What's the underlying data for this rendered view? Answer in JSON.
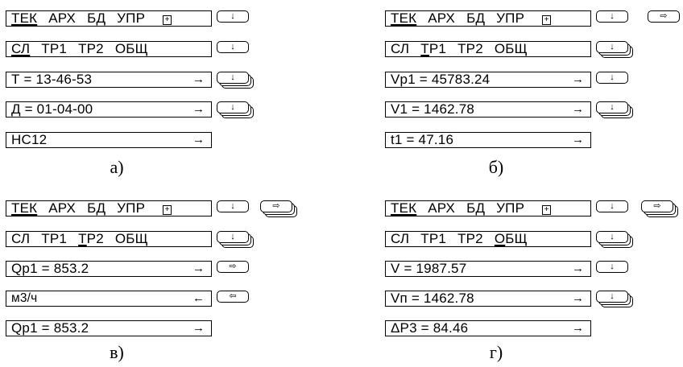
{
  "panels": {
    "a": {
      "caption": "а)",
      "menu": [
        "ТЕК",
        "АРХ",
        "БД",
        "УПР"
      ],
      "menu_ind": "+",
      "rows": [
        {
          "text": "СЛ ТР1 ТР2 ОБЩ",
          "key": "↓"
        },
        {
          "text": "Т = 13-46-53",
          "arrow": "→",
          "key": "↓"
        },
        {
          "text": "Д = 01-04-00",
          "arrow": "→",
          "key": "↓"
        },
        {
          "text": "НС12",
          "arrow": "→"
        }
      ],
      "menu_key": "↓"
    },
    "b": {
      "caption": "б)",
      "menu": [
        "ТЕК",
        "АРХ",
        "БД",
        "УПР"
      ],
      "menu_ind": "+",
      "menu_key": "↓",
      "menu_key2": "⇨",
      "rows": [
        {
          "text": "СЛ ТР1 ТР2 ОБЩ",
          "key": "↓"
        },
        {
          "text": "Vp1 = 45783.24",
          "arrow": "→",
          "key": "↓"
        },
        {
          "text": "V1 = 1462.78",
          "arrow": "→",
          "key": "↓"
        },
        {
          "text": "t1 = 47.16",
          "arrow": "→"
        }
      ]
    },
    "c": {
      "caption": "в)",
      "menu": [
        "ТЕК",
        "АРХ",
        "БД",
        "УПР"
      ],
      "menu_ind": "+",
      "menu_key": "↓",
      "menu_key2": "⇨",
      "rows": [
        {
          "text": "СЛ ТР1 ТР2 ОБЩ",
          "key": "↓"
        },
        {
          "text": "Qp1 = 853.2",
          "arrow": "→",
          "key": "⇨"
        },
        {
          "text": "м3/ч",
          "arrow": "←",
          "key": "⇦"
        },
        {
          "text": "Qp1 = 853.2",
          "arrow": "→"
        }
      ]
    },
    "d": {
      "caption": "г)",
      "menu": [
        "ТЕК",
        "АРХ",
        "БД",
        "УПР"
      ],
      "menu_ind": "+",
      "menu_key": "↓",
      "menu_key2": "⇨",
      "rows": [
        {
          "text": "СЛ ТР1 ТР2 ОБЩ",
          "key": "↓"
        },
        {
          "text": "V = 1987.57",
          "arrow": "→",
          "key": "↓"
        },
        {
          "text": "Vп = 1462.78",
          "arrow": "→",
          "key": "↓"
        },
        {
          "text": "ΔP3 = 84.46",
          "arrow": "→"
        }
      ]
    }
  }
}
